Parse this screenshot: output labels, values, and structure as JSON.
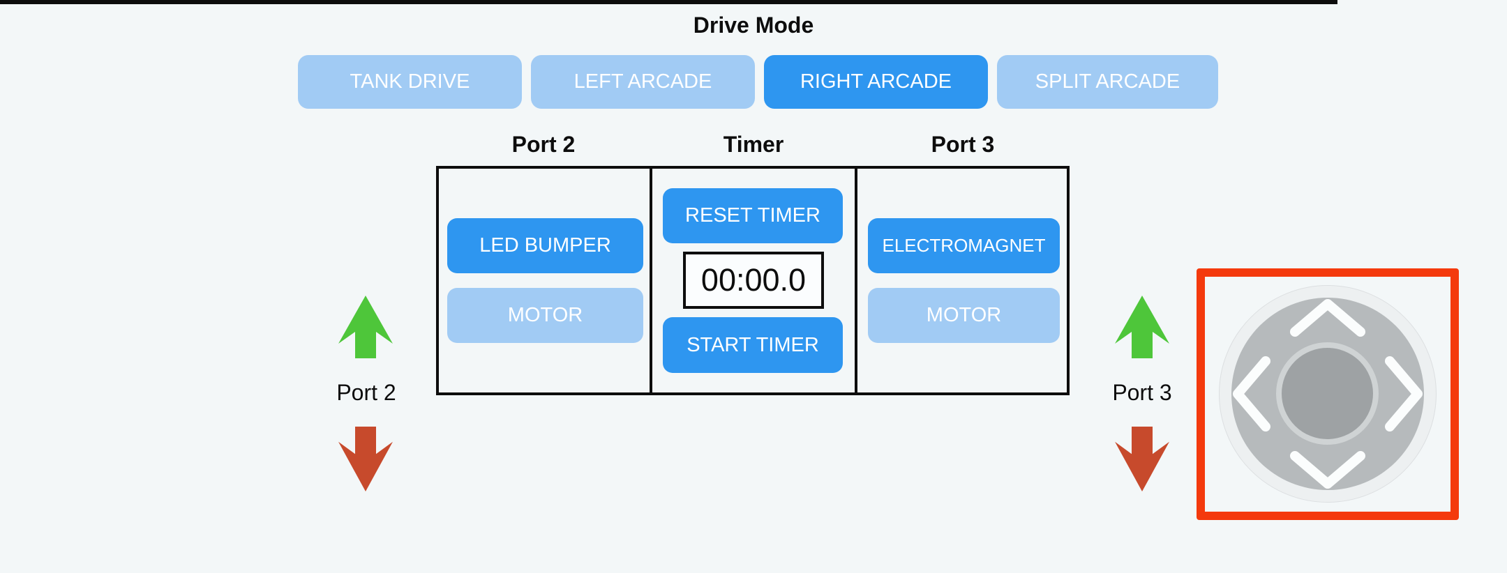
{
  "page": {
    "title": "Drive Mode",
    "background_color": "#f3f7f8",
    "topbar_color": "#0d0d0d"
  },
  "colors": {
    "active_blue": "#2e96f0",
    "inactive_blue": "#a1cbf4",
    "green_arrow": "#4ec63a",
    "red_arrow": "#c74a2c",
    "joystick_frame_red": "#f43a0d",
    "joystick_base_gray": "#b6babc",
    "joystick_knob_gray": "#9ea2a4",
    "panel_border": "#0d0d0d"
  },
  "drive_mode": {
    "modes": [
      {
        "label": "TANK DRIVE",
        "active": false
      },
      {
        "label": "LEFT ARCADE",
        "active": false
      },
      {
        "label": "RIGHT ARCADE",
        "active": true
      },
      {
        "label": "SPLIT ARCADE",
        "active": false
      }
    ]
  },
  "control_panel": {
    "columns": [
      {
        "header": "Port 2",
        "buttons": [
          {
            "label": "LED BUMPER",
            "state": "active"
          },
          {
            "label": "MOTOR",
            "state": "inactive"
          }
        ]
      },
      {
        "header": "Timer",
        "buttons": [
          {
            "label": "RESET TIMER",
            "state": "active"
          },
          {
            "label": "START TIMER",
            "state": "active"
          }
        ],
        "display_value": "00:00.0"
      },
      {
        "header": "Port 3",
        "buttons": [
          {
            "label": "ELECTROMAGNET",
            "state": "active"
          },
          {
            "label": "MOTOR",
            "state": "inactive"
          }
        ]
      }
    ]
  },
  "port_controls": {
    "left": {
      "label": "Port 2",
      "up_icon": "green-up-arrow",
      "down_icon": "red-down-arrow"
    },
    "right": {
      "label": "Port 3",
      "up_icon": "green-up-arrow",
      "down_icon": "red-down-arrow"
    }
  },
  "joystick": {
    "chevrons": [
      "up",
      "left",
      "right",
      "down"
    ]
  }
}
